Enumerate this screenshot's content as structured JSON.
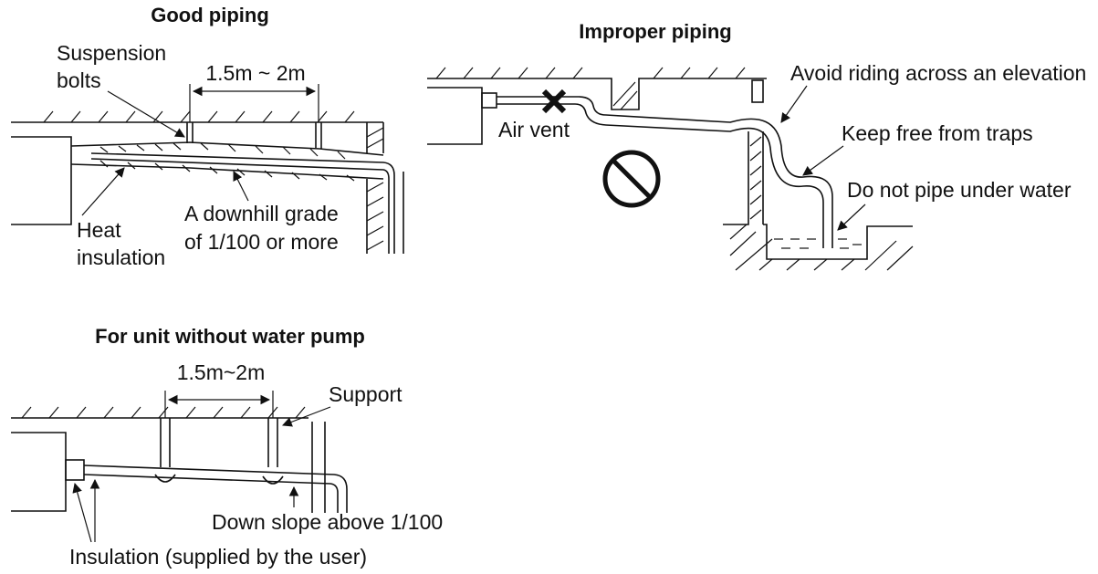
{
  "good_piping": {
    "title": "Good piping",
    "suspension_bolts_line1": "Suspension",
    "suspension_bolts_line2": "bolts",
    "spacing": "1.5m ~ 2m",
    "heat_insulation_line1": "Heat",
    "heat_insulation_line2": "insulation",
    "grade_line1": "A downhill grade",
    "grade_line2": "of 1/100 or more"
  },
  "improper_piping": {
    "title": "Improper piping",
    "air_vent": "Air vent",
    "avoid_elevation": "Avoid riding across an elevation",
    "free_traps": "Keep free from traps",
    "no_water": "Do not pipe under water"
  },
  "no_pump": {
    "title": "For unit without water pump",
    "spacing": "1.5m~2m",
    "support": "Support",
    "down_slope": "Down slope above 1/100",
    "insulation": "Insulation (supplied by the user)"
  }
}
